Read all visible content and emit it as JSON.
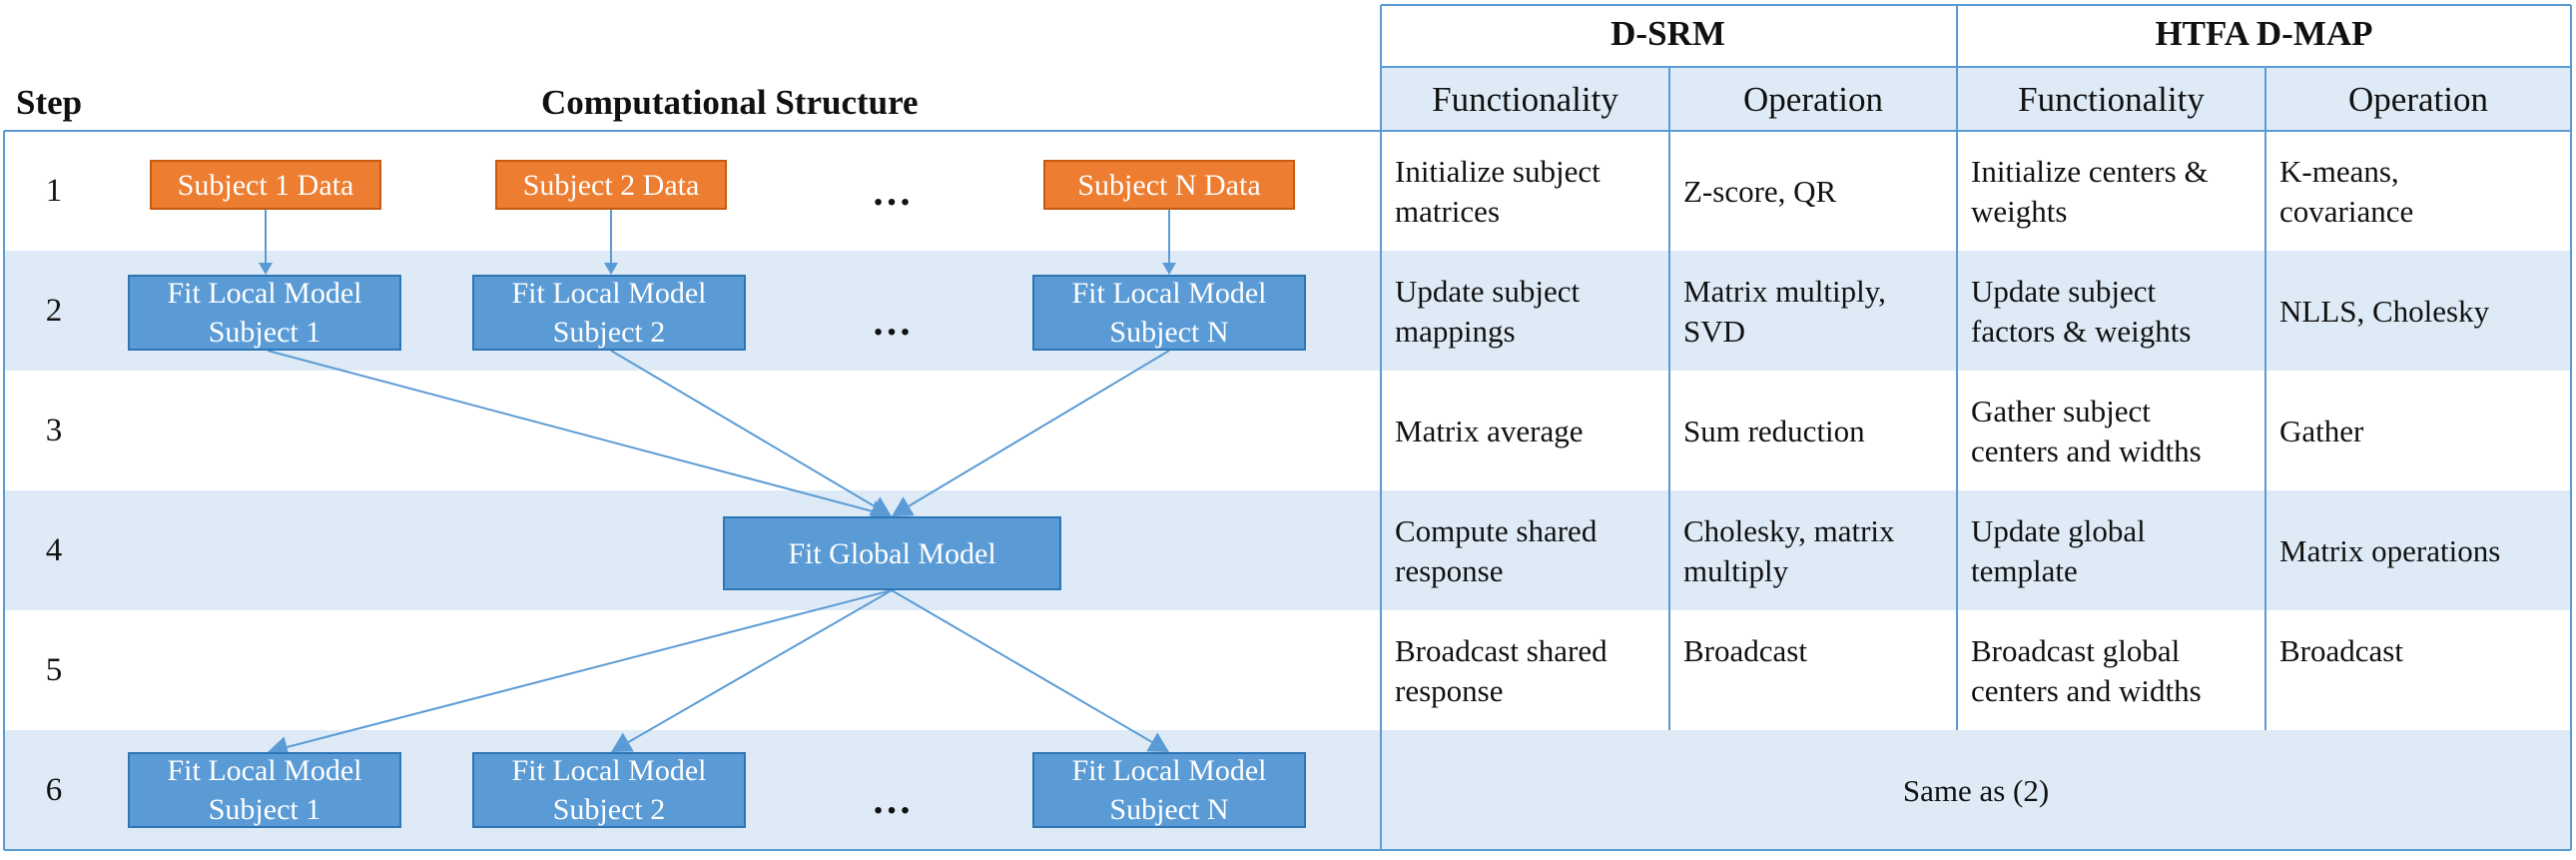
{
  "colors": {
    "band": "#DEEBF7",
    "grid": "#5B9BD5",
    "data_box": "#ED7D31",
    "model_box": "#5B9BD5",
    "arrow": "#5B9BD5"
  },
  "left_header": {
    "step": "Step",
    "structure": "Computational Structure"
  },
  "groups": {
    "dsrm": "D-SRM",
    "htfa": "HTFA D-MAP"
  },
  "subheaders": {
    "functionality": "Functionality",
    "operation": "Operation"
  },
  "rows": [
    {
      "step": "1",
      "dsrm_func": "Initialize subject\nmatrices",
      "dsrm_op": "Z-score, QR",
      "htfa_func": "Initialize centers &\nweights",
      "htfa_op": "K-means,\ncovariance"
    },
    {
      "step": "2",
      "dsrm_func": "Update subject\nmappings",
      "dsrm_op": "Matrix multiply,\nSVD",
      "htfa_func": "Update subject\nfactors & weights",
      "htfa_op": "NLLS, Cholesky"
    },
    {
      "step": "3",
      "dsrm_func": "Matrix average",
      "dsrm_op": "Sum reduction",
      "htfa_func": "Gather subject\ncenters and widths",
      "htfa_op": "Gather"
    },
    {
      "step": "4",
      "dsrm_func": "Compute shared\nresponse",
      "dsrm_op": "Cholesky, matrix\nmultiply",
      "htfa_func": "Update global\ntemplate",
      "htfa_op": "Matrix operations"
    },
    {
      "step": "5",
      "dsrm_func": "Broadcast shared\nresponse",
      "dsrm_op": "Broadcast",
      "htfa_func": "Broadcast global\ncenters and widths",
      "htfa_op": "Broadcast"
    },
    {
      "step": "6",
      "merged": "Same as (2)"
    }
  ],
  "diagram": {
    "data_boxes": [
      "Subject 1 Data",
      "Subject 2 Data",
      "Subject N Data"
    ],
    "local_models": [
      "Fit Local Model\nSubject 1",
      "Fit Local Model\nSubject 2",
      "Fit Local Model\nSubject N"
    ],
    "global_model": "Fit Global Model",
    "ellipsis": "…"
  }
}
